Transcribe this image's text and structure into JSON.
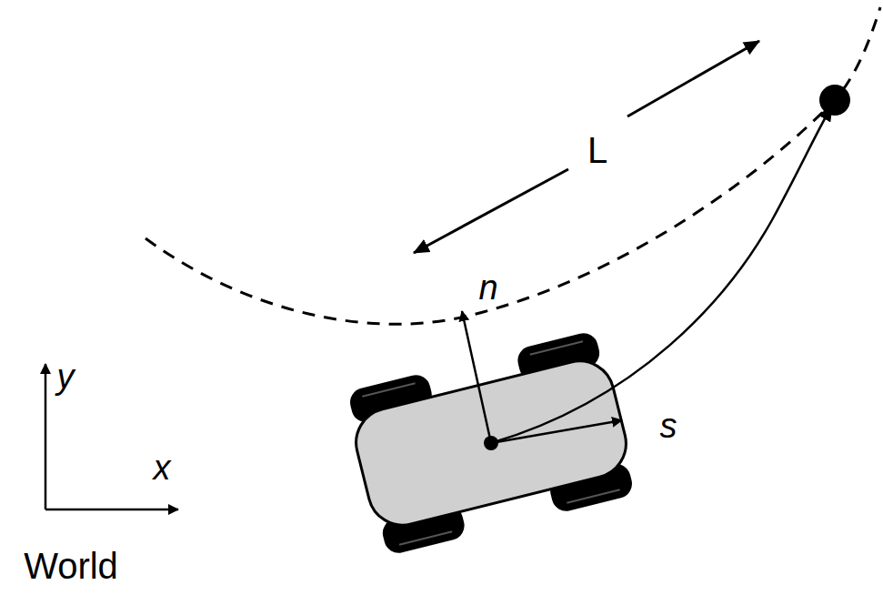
{
  "diagram": {
    "labels": [
      "L",
      "n",
      "s",
      "y",
      "x",
      "World"
    ]
  }
}
